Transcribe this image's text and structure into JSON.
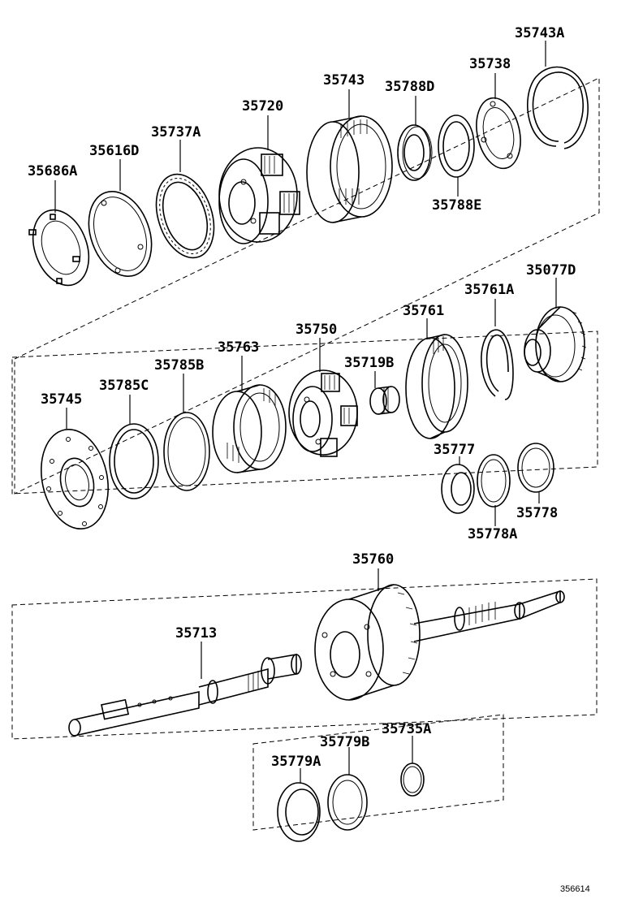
{
  "diagram": {
    "labels": {
      "p35743A": "35743A",
      "p35738": "35738",
      "p35743": "35743",
      "p35788D": "35788D",
      "p35720": "35720",
      "p35737A": "35737A",
      "p35616D": "35616D",
      "p35686A": "35686A",
      "p35788E": "35788E",
      "p35077D": "35077D",
      "p35761A": "35761A",
      "p35761": "35761",
      "p35750": "35750",
      "p35719B": "35719B",
      "p35763": "35763",
      "p35785B": "35785B",
      "p35785C": "35785C",
      "p35745": "35745",
      "p35777": "35777",
      "p35778": "35778",
      "p35778A": "35778A",
      "p35760": "35760",
      "p35713": "35713",
      "p35735A": "35735A",
      "p35779B": "35779B",
      "p35779A": "35779A"
    },
    "figure_number": "356614"
  }
}
